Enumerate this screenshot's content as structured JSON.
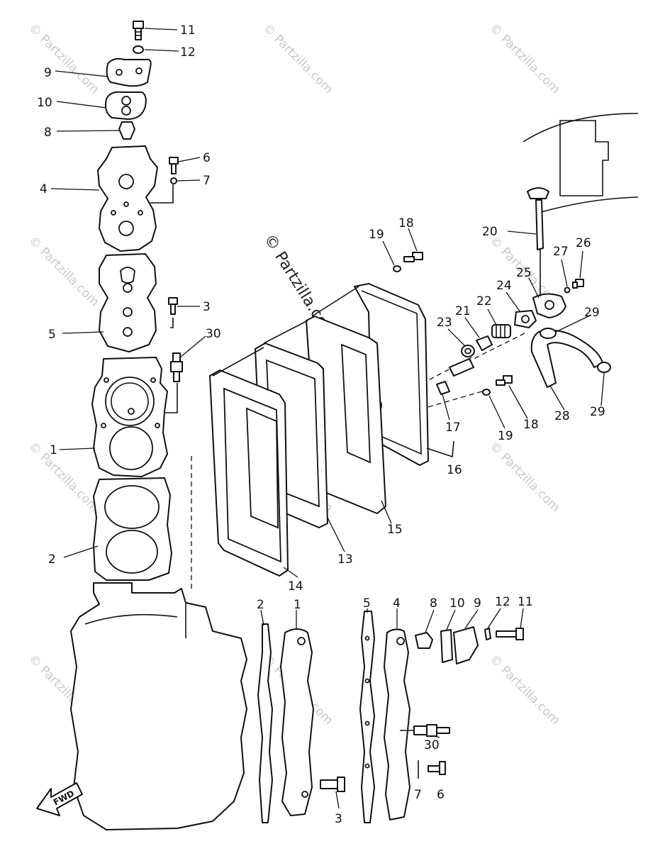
{
  "watermark": {
    "small": "© Partzilla.com",
    "large": "© Partzilla.com"
  },
  "fwd_label": "FWD",
  "callouts": {
    "c11a": "11",
    "c12a": "12",
    "c9a": "9",
    "c10a": "10",
    "c8a": "8",
    "c6a": "6",
    "c7a": "7",
    "c4a": "4",
    "c3a": "3",
    "c5a": "5",
    "c30a": "30",
    "c1a": "1",
    "c2a": "2",
    "c19a": "19",
    "c18a": "18",
    "c20": "20",
    "c27": "27",
    "c26": "26",
    "c25": "25",
    "c24": "24",
    "c22": "22",
    "c21": "21",
    "c23": "23",
    "c29a": "29",
    "c29b": "29",
    "c28": "28",
    "c17": "17",
    "c18b": "18",
    "c19b": "19",
    "c16": "16",
    "c15": "15",
    "c13": "13",
    "c14": "14",
    "c2b": "2",
    "c1b": "1",
    "c5b": "5",
    "c4b": "4",
    "c8b": "8",
    "c10b": "10",
    "c9b": "9",
    "c12b": "12",
    "c11b": "11",
    "c30b": "30",
    "c7b": "7",
    "c6b": "6",
    "c3b": "3"
  }
}
